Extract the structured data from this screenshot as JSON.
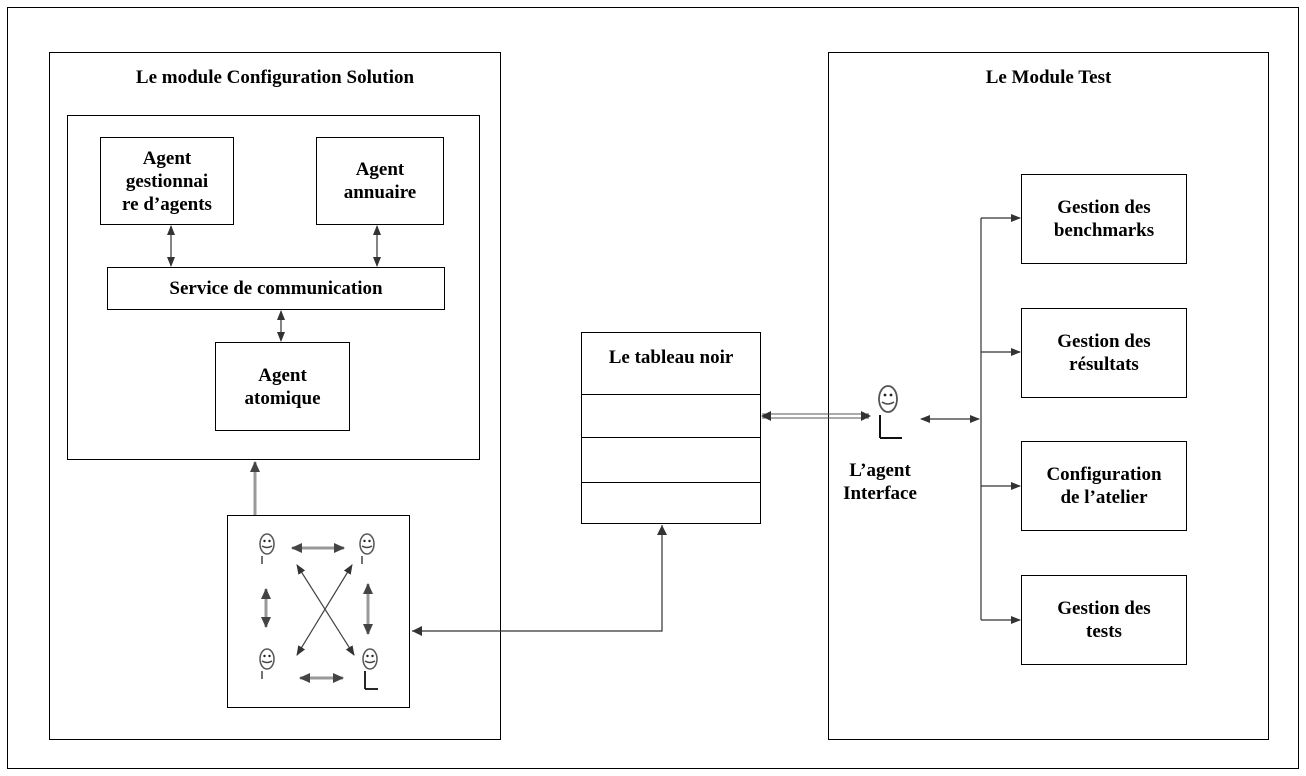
{
  "left_module": {
    "title": "Le module Configuration Solution",
    "agent_gestionnaire": "Agent\ngestionnai\nre d’agents",
    "agent_annuaire": "Agent\nannuaire",
    "service_communication": "Service de communication",
    "agent_atomique": "Agent\natomique"
  },
  "blackboard": {
    "title": "Le tableau noir",
    "rows": [
      "",
      "",
      ""
    ]
  },
  "interface_agent": {
    "label": "L’agent\nInterface",
    "icon": "smiley-agent-icon"
  },
  "right_module": {
    "title": "Le Module Test",
    "items": [
      "Gestion des\nbenchmarks",
      "Gestion des\nrésultats",
      "Configuration\nde l’atelier",
      "Gestion des\ntests"
    ]
  },
  "agent_group": {
    "icons": [
      "smiley-agent-icon",
      "smiley-agent-icon",
      "smiley-agent-icon",
      "smiley-agent-icon"
    ]
  }
}
